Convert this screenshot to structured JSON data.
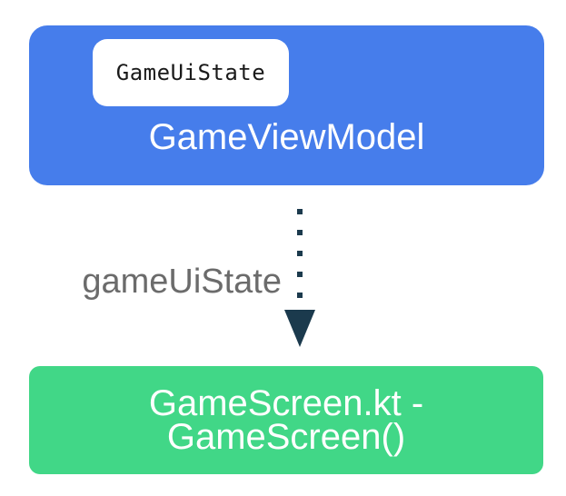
{
  "diagram": {
    "viewmodel_node": {
      "badge_label": "GameUiState",
      "label": "GameViewModel",
      "fill": "#467DEB",
      "badge_fill": "#FFFFFF",
      "text_color": "#FFFFFF",
      "badge_text_color": "#1A1A1A"
    },
    "edge": {
      "label": "gameUiState",
      "style": "dotted",
      "direction": "down",
      "arrow_color": "#1B3A4D",
      "label_color": "#6B6B6B"
    },
    "screen_node": {
      "label": "GameScreen.kt -\nGameScreen()",
      "fill": "#41D787",
      "text_color": "#FFFFFF"
    }
  }
}
